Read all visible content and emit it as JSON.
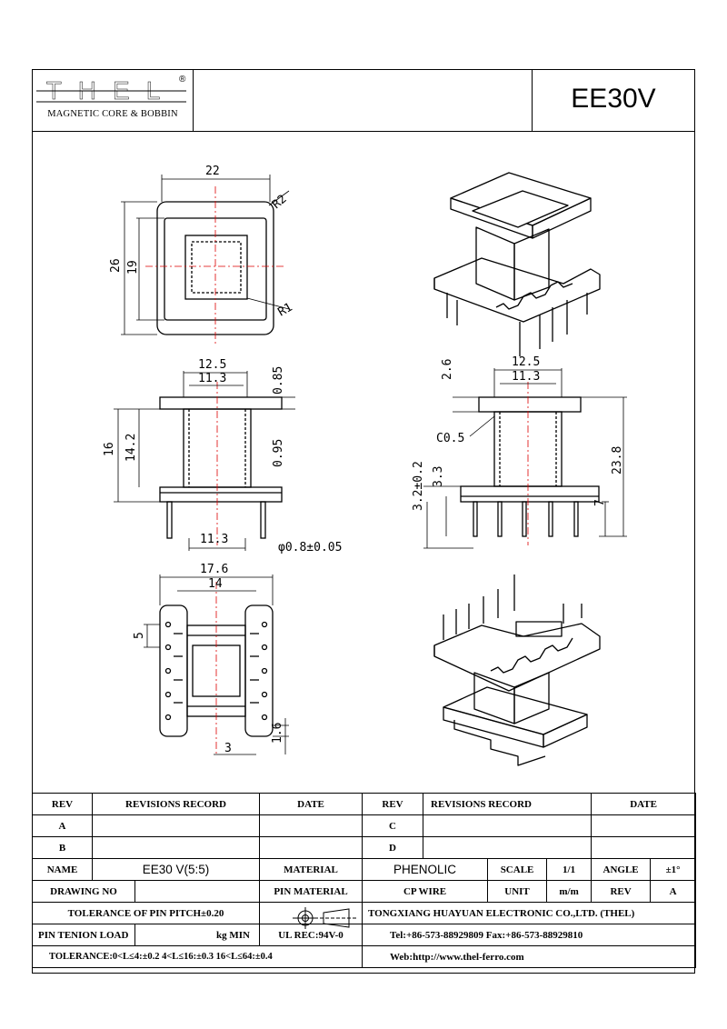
{
  "header": {
    "logo_text": "THEL",
    "logo_reg": "®",
    "logo_subtitle": "MAGNETIC CORE & BOBBIN",
    "part_number": "EE30V"
  },
  "dimensions": {
    "top_view": {
      "width": "22",
      "height": "26",
      "inner_height": "19",
      "radius_outer": "R2",
      "radius_inner": "R1"
    },
    "front_view": {
      "flange_width": "12.5",
      "core_width": "11.3",
      "flange_thickness": "0.85",
      "total_height": "16",
      "winding_height": "14.2",
      "wall": "0.95",
      "pin_span": "11.3",
      "pin_dia": "φ0.8±0.05"
    },
    "side_view": {
      "thickness": "2.6",
      "flange_width": "12.5",
      "core_width": "11.3",
      "chamfer": "C0.5",
      "total_height": "23.8",
      "base_height": "3.2±0.2",
      "step": "3.3",
      "pin_len": "7"
    },
    "bottom_view": {
      "width": "17.6",
      "inner": "14",
      "pitch": "5",
      "slot": "3",
      "slot_depth": "1.6"
    }
  },
  "revisions": {
    "headers": {
      "rev": "REV",
      "record": "REVISIONS RECORD",
      "date": "DATE"
    },
    "rows": [
      {
        "left_rev": "A",
        "right_rev": "C"
      },
      {
        "left_rev": "B",
        "right_rev": "D"
      }
    ]
  },
  "title_block": {
    "name_label": "NAME",
    "name_value": "EE30 V(5:5)",
    "material_label": "MATERIAL",
    "material_value": "PHENOLIC",
    "scale_label": "SCALE",
    "scale_value": "1/1",
    "angle_label": "ANGLE",
    "angle_value": "±1°",
    "drawing_no_label": "DRAWING NO",
    "pin_material_label": "PIN MATERIAL",
    "pin_material_value": "CP WIRE",
    "unit_label": "UNIT",
    "unit_value": "m/m",
    "rev_label": "REV",
    "rev_value": "A",
    "tolerance_pitch": "TOLERANCE OF PIN PITCH±0.20",
    "company": "TONGXIANG HUAYUAN ELECTRONIC CO.,LTD.  (THEL)",
    "pin_load_label": "PIN TENION LOAD",
    "pin_load_unit": "kg MIN",
    "ul": "UL REC:94V-0",
    "contact": "Tel:+86-573-88929809 Fax:+86-573-88929810",
    "tolerance": "TOLERANCE:0<L≤4:±0.2  4<L≤16:±0.3  16<L≤64:±0.4",
    "web": "Web:http://www.thel-ferro.com"
  }
}
